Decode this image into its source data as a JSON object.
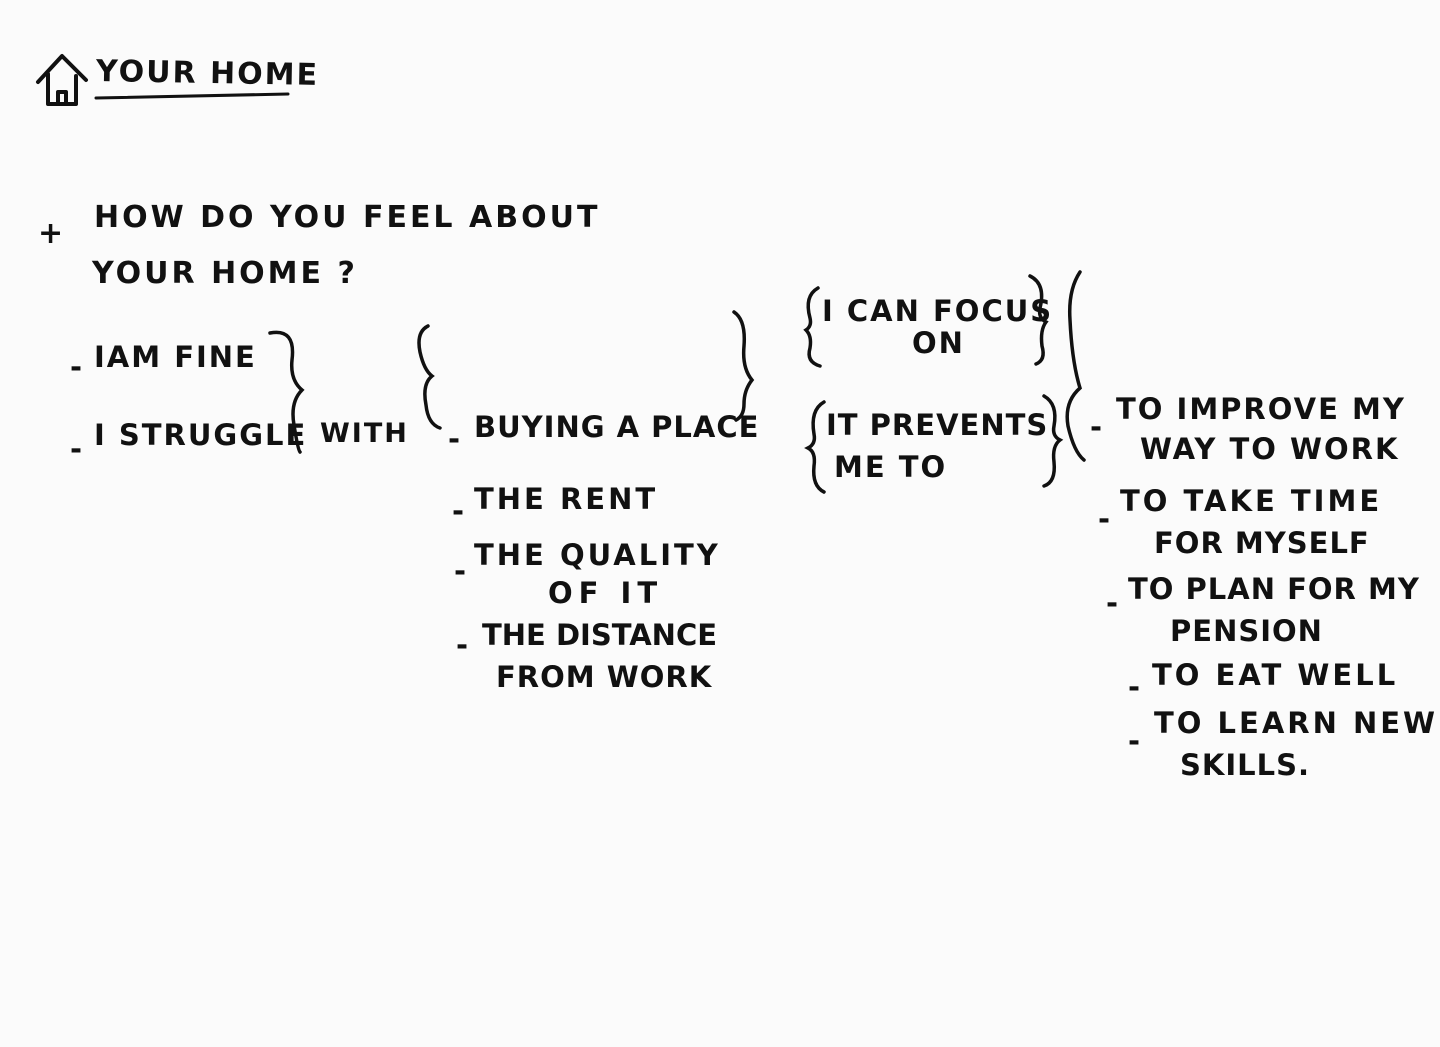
{
  "title": "YOUR HOME",
  "question": {
    "marker": "+",
    "line1": "HOW DO YOU FEEL ABOUT",
    "line2": "YOUR HOME ?"
  },
  "feelings": [
    {
      "bullet": "-",
      "text": "IAM FINE"
    },
    {
      "bullet": "-",
      "text": "I STRUGGLE"
    }
  ],
  "connector": "WITH",
  "topics": [
    {
      "bullet": "-",
      "line1": "BUYING A PLACE",
      "line2": ""
    },
    {
      "bullet": "-",
      "line1": "THE RENT",
      "line2": ""
    },
    {
      "bullet": "-",
      "line1": "THE QUALITY",
      "line2": "OF IT"
    },
    {
      "bullet": "-",
      "line1": "THE DISTANCE",
      "line2": "FROM WORK"
    }
  ],
  "effects": [
    {
      "line1": "I CAN FOCUS",
      "line2": "ON"
    },
    {
      "line1": "IT PREVENTS",
      "line2": "ME TO"
    }
  ],
  "goals": [
    {
      "bullet": "-",
      "line1": "TO IMPROVE MY",
      "line2": "WAY TO WORK"
    },
    {
      "bullet": "-",
      "line1": "TO TAKE TIME",
      "line2": "FOR MYSELF"
    },
    {
      "bullet": "-",
      "line1": "TO PLAN FOR MY",
      "line2": "PENSION"
    },
    {
      "bullet": "-",
      "line1": "TO EAT WELL",
      "line2": ""
    },
    {
      "bullet": "-",
      "line1": "TO LEARN NEW",
      "line2": "SKILLS."
    }
  ],
  "icons": {
    "title_icon": "house-icon"
  },
  "colors": {
    "ink": "#111111",
    "paper": "#fbfbfb"
  }
}
